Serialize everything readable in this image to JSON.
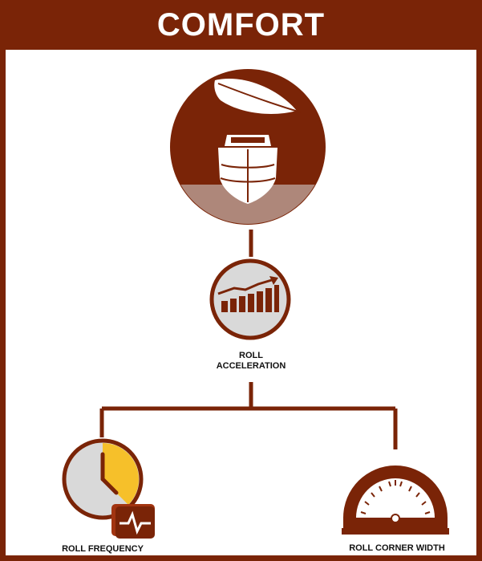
{
  "header": {
    "title": "COMFORT"
  },
  "nodes": {
    "top": {
      "icon": "boat-feather-icon"
    },
    "middle": {
      "label_line1": "ROLL",
      "label_line2": "ACCELERATION",
      "icon": "bar-chart-trend-icon"
    },
    "left": {
      "label": "ROLL FREQUENCY",
      "icon": "clock-pulse-icon"
    },
    "right": {
      "label": "ROLL CORNER WIDTH",
      "icon": "protractor-icon"
    }
  },
  "colors": {
    "brand": "#7a2407",
    "circle_fill": "#d9d9d9",
    "accent": "#f6c02a",
    "white": "#ffffff"
  }
}
